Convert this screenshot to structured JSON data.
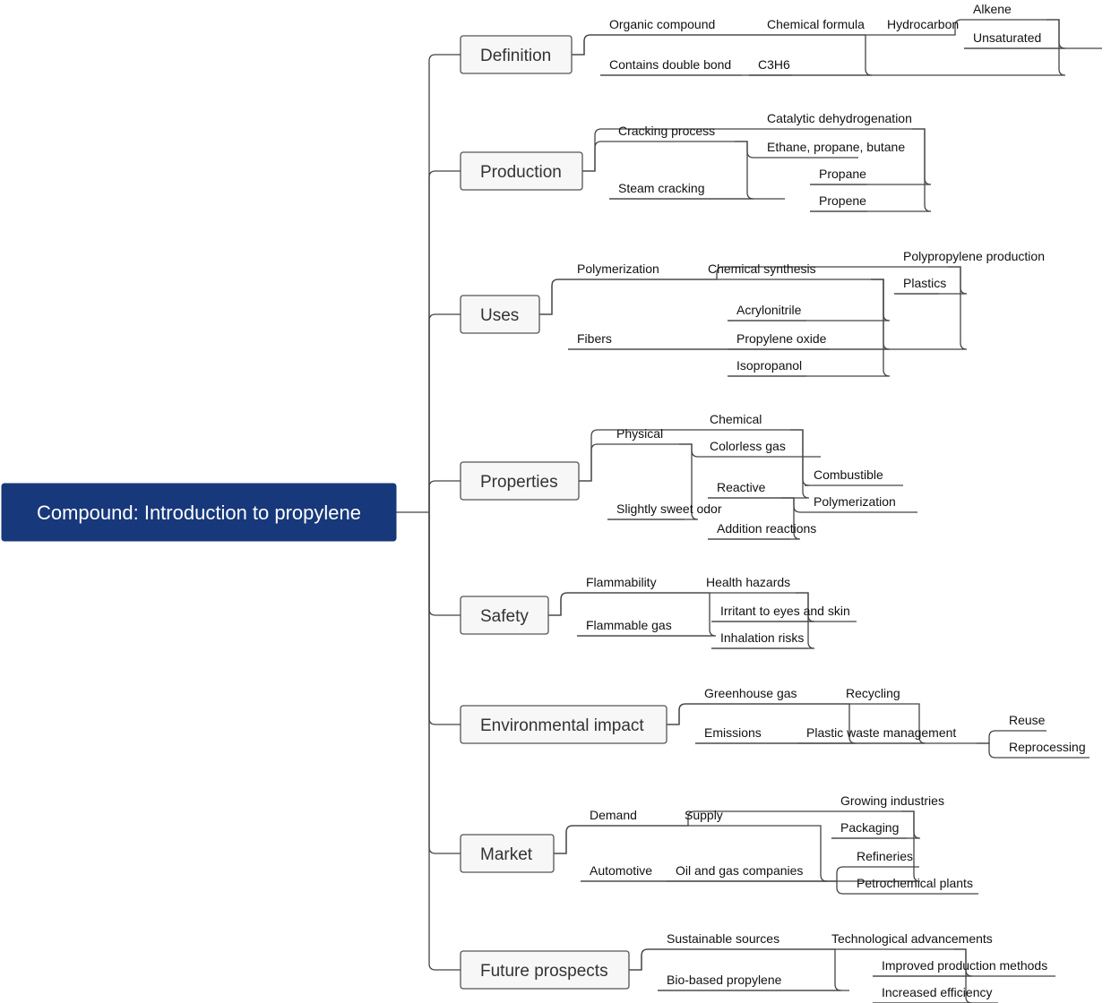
{
  "root": "Compound: Introduction to propylene",
  "branches": [
    {
      "label": "Definition",
      "children": [
        {
          "label": "Organic compound",
          "children": [
            {
              "label": "Hydrocarbon",
              "children": [
                {
                  "label": "Alkene",
                  "children": [
                    {
                      "label": "Unsaturated"
                    },
                    {
                      "label": "Contains double bond"
                    }
                  ]
                }
              ]
            }
          ]
        },
        {
          "label": "Chemical formula",
          "children": [
            {
              "label": "C3H6"
            }
          ]
        }
      ]
    },
    {
      "label": "Production",
      "children": [
        {
          "label": "Cracking process",
          "children": [
            {
              "label": "Ethane, propane, butane"
            },
            {
              "label": "Steam cracking"
            }
          ]
        },
        {
          "label": "Catalytic dehydrogenation",
          "children": [
            {
              "label": "Propane"
            },
            {
              "label": "Propene"
            }
          ]
        }
      ]
    },
    {
      "label": "Uses",
      "children": [
        {
          "label": "Polymerization",
          "children": [
            {
              "label": "Polypropylene production",
              "children": [
                {
                  "label": "Plastics"
                },
                {
                  "label": "Fibers"
                }
              ]
            }
          ]
        },
        {
          "label": "Chemical synthesis",
          "children": [
            {
              "label": "Acrylonitrile"
            },
            {
              "label": "Propylene oxide"
            },
            {
              "label": "Isopropanol"
            }
          ]
        }
      ]
    },
    {
      "label": "Properties",
      "children": [
        {
          "label": "Physical",
          "children": [
            {
              "label": "Colorless gas"
            },
            {
              "label": "Slightly sweet odor"
            }
          ]
        },
        {
          "label": "Chemical",
          "children": [
            {
              "label": "Reactive",
              "children": [
                {
                  "label": "Polymerization"
                },
                {
                  "label": "Addition reactions"
                }
              ]
            },
            {
              "label": "Combustible"
            }
          ]
        }
      ]
    },
    {
      "label": "Safety",
      "children": [
        {
          "label": "Flammability",
          "children": [
            {
              "label": "Flammable gas"
            }
          ]
        },
        {
          "label": "Health hazards",
          "children": [
            {
              "label": "Irritant to eyes and skin"
            },
            {
              "label": "Inhalation risks"
            }
          ]
        }
      ]
    },
    {
      "label": "Environmental impact",
      "children": [
        {
          "label": "Greenhouse gas",
          "children": [
            {
              "label": "Emissions"
            }
          ]
        },
        {
          "label": "Recycling",
          "children": [
            {
              "label": "Plastic waste management",
              "children": [
                {
                  "label": "Reuse"
                },
                {
                  "label": "Reprocessing"
                }
              ]
            }
          ]
        }
      ]
    },
    {
      "label": "Market",
      "children": [
        {
          "label": "Demand",
          "children": [
            {
              "label": "Growing industries",
              "children": [
                {
                  "label": "Packaging"
                },
                {
                  "label": "Automotive"
                }
              ]
            }
          ]
        },
        {
          "label": "Supply",
          "children": [
            {
              "label": "Oil and gas companies",
              "children": [
                {
                  "label": "Refineries"
                },
                {
                  "label": "Petrochemical plants"
                }
              ]
            }
          ]
        }
      ]
    },
    {
      "label": "Future prospects",
      "children": [
        {
          "label": "Sustainable sources",
          "children": [
            {
              "label": "Bio-based propylene"
            }
          ]
        },
        {
          "label": "Technological advancements",
          "children": [
            {
              "label": "Improved production methods"
            },
            {
              "label": "Increased efficiency"
            }
          ]
        }
      ]
    }
  ]
}
